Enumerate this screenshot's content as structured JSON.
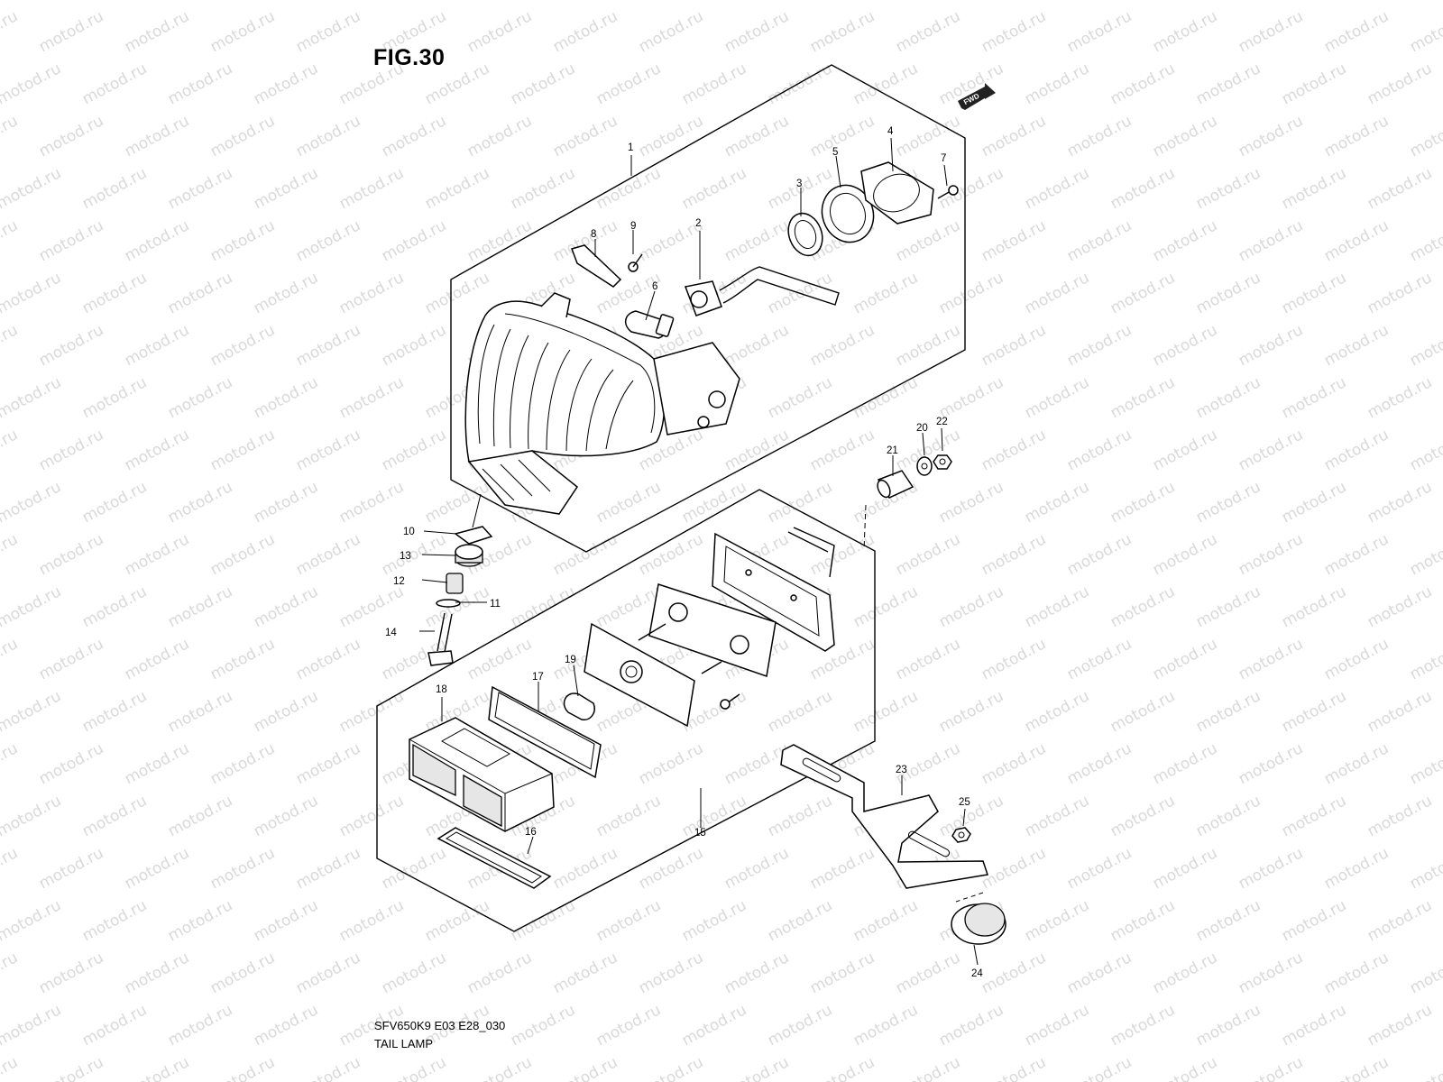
{
  "figure": {
    "title": "FIG.30"
  },
  "watermark": {
    "text": "motod.ru"
  },
  "direction_badge": {
    "text": "FWD"
  },
  "footer": {
    "model_code": "SFV650K9 E03 E28_030",
    "assembly_name": "TAIL LAMP"
  },
  "callouts": [
    "1",
    "2",
    "3",
    "4",
    "5",
    "6",
    "7",
    "8",
    "9",
    "10",
    "11",
    "12",
    "13",
    "14",
    "15",
    "16",
    "17",
    "18",
    "19",
    "20",
    "21",
    "22",
    "23",
    "24",
    "25"
  ]
}
